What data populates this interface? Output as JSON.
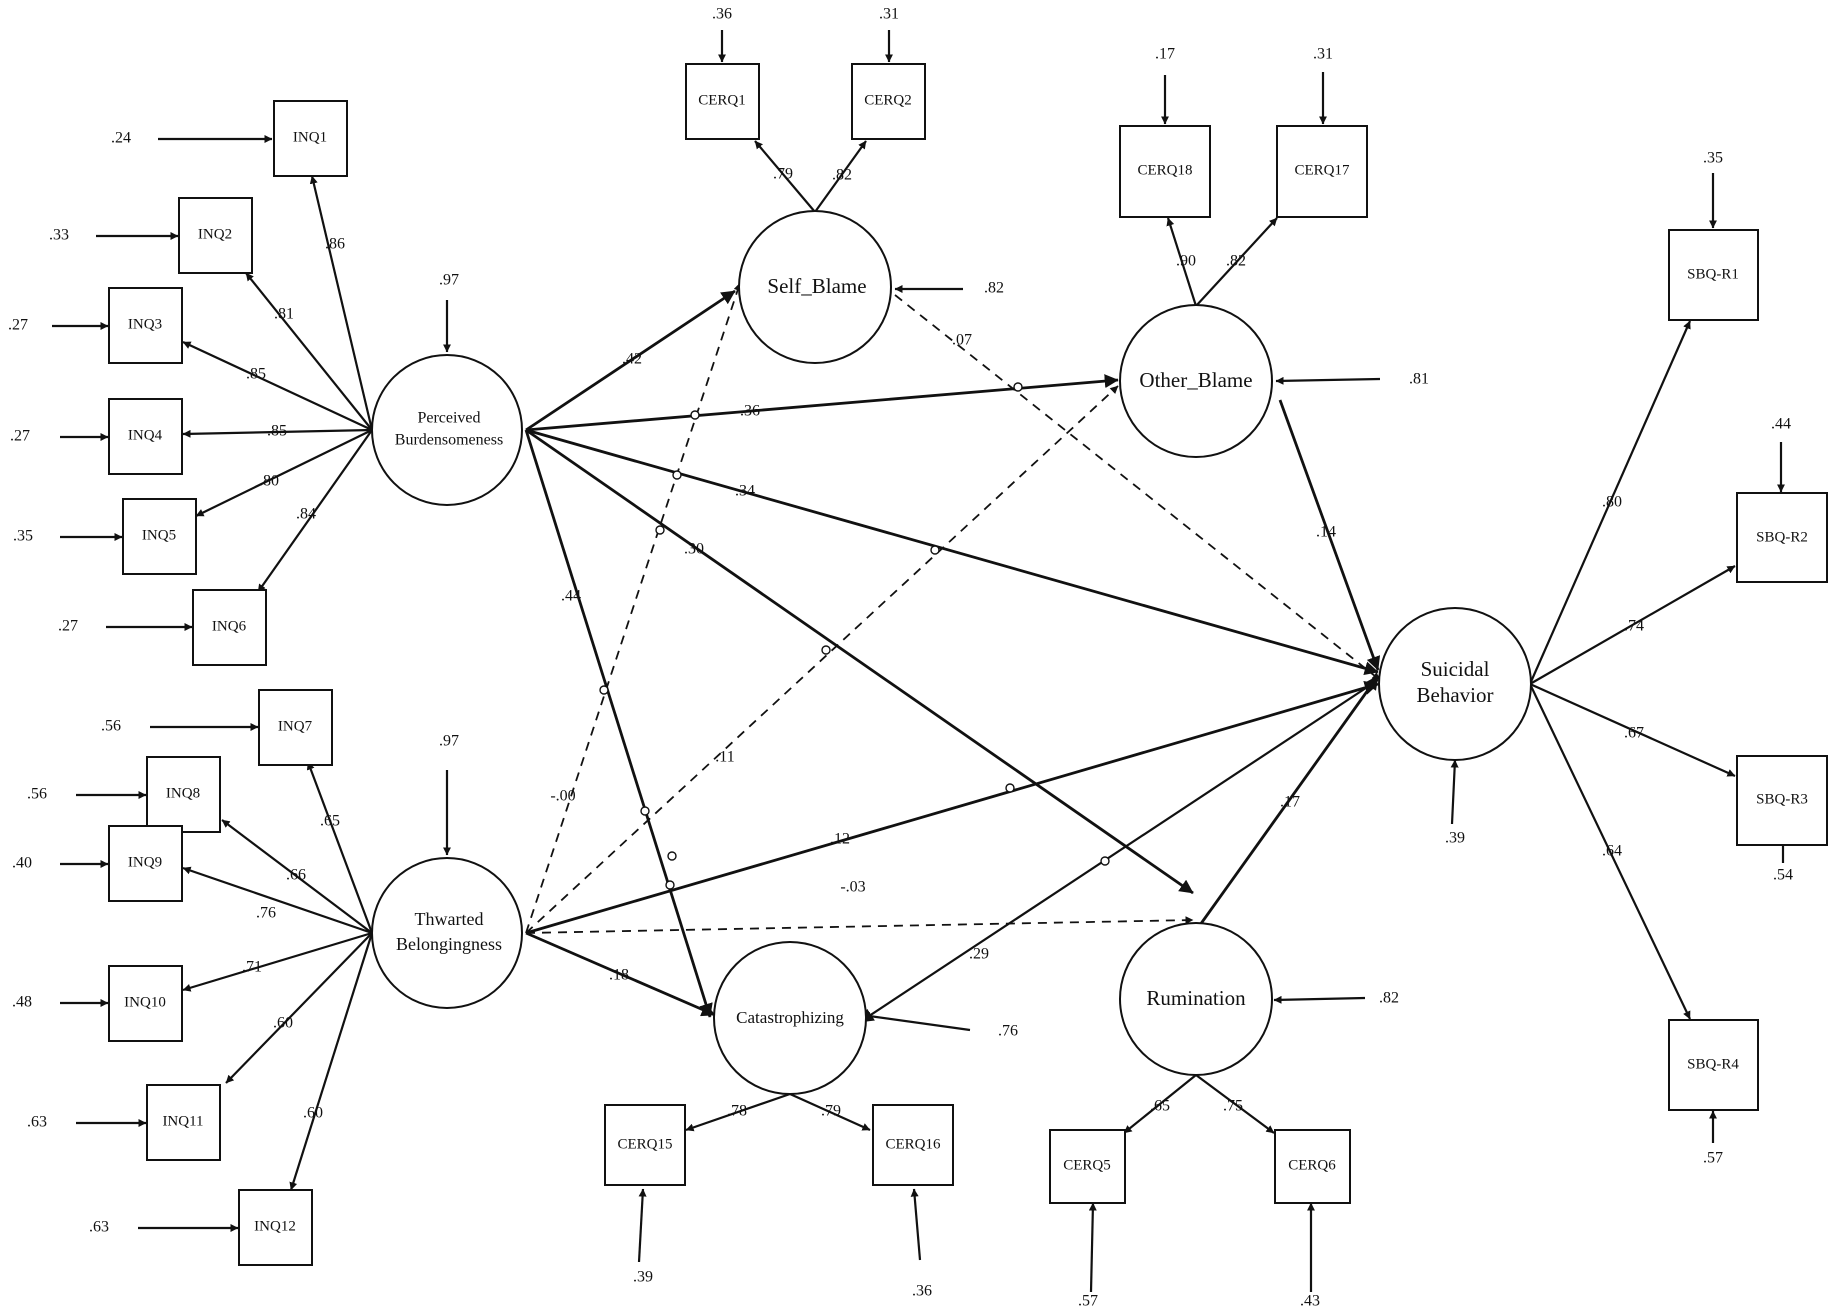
{
  "diagram": {
    "latents": {
      "pb_line1": "Perceived",
      "pb_line2": "Burdensomeness",
      "tb_line1": "Thwarted",
      "tb_line2": "Belongingness",
      "self_blame": "Self_Blame",
      "other_blame": "Other_Blame",
      "catastrophizing": "Catastrophizing",
      "rumination": "Rumination",
      "sb_line1": "Suicidal",
      "sb_line2": "Behavior"
    },
    "indicators": {
      "inq1": "INQ1",
      "inq2": "INQ2",
      "inq3": "INQ3",
      "inq4": "INQ4",
      "inq5": "INQ5",
      "inq6": "INQ6",
      "inq7": "INQ7",
      "inq8": "INQ8",
      "inq9": "INQ9",
      "inq10": "INQ10",
      "inq11": "INQ11",
      "inq12": "INQ12",
      "cerq1": "CERQ1",
      "cerq2": "CERQ2",
      "cerq18": "CERQ18",
      "cerq17": "CERQ17",
      "cerq15": "CERQ15",
      "cerq16": "CERQ16",
      "cerq5": "CERQ5",
      "cerq6": "CERQ6",
      "sbqr1": "SBQ-R1",
      "sbqr2": "SBQ-R2",
      "sbqr3": "SBQ-R3",
      "sbqr4": "SBQ-R4"
    },
    "loadings": {
      "inq1": ".86",
      "inq2": ".81",
      "inq3": ".85",
      "inq4": ".85",
      "inq5": ".80",
      "inq6": ".84",
      "inq7": ".65",
      "inq8": ".66",
      "inq9": ".76",
      "inq10": ".71",
      "inq11": ".60",
      "inq12": ".60",
      "cerq1": ".79",
      "cerq2": ".82",
      "cerq18": ".90",
      "cerq17": ".82",
      "cerq15": ".78",
      "cerq16": ".79",
      "cerq5": ".65",
      "cerq6": ".75",
      "sbqr1": ".80",
      "sbqr2": ".74",
      "sbqr3": ".67",
      "sbqr4": ".64"
    },
    "errors": {
      "inq1": ".24",
      "inq2": ".33",
      "inq3": ".27",
      "inq4": ".27",
      "inq5": ".35",
      "inq6": ".27",
      "inq7": ".56",
      "inq8": ".56",
      "inq9": ".40",
      "inq10": ".48",
      "inq11": ".63",
      "inq12": ".63",
      "cerq1": ".36",
      "cerq2": ".31",
      "cerq18": ".17",
      "cerq17": ".31",
      "cerq15": ".39",
      "cerq16": ".36",
      "cerq5": ".57",
      "cerq6": ".43",
      "sbqr1": ".35",
      "sbqr2": ".44",
      "sbqr3": ".54",
      "sbqr4": ".57"
    },
    "disturbances": {
      "pb": ".97",
      "tb": ".97",
      "self_blame": ".82",
      "other_blame": ".81",
      "catastrophizing": ".76",
      "rumination": ".82",
      "suicidal": ".39"
    },
    "paths": {
      "pb_self_blame": ".42",
      "pb_other_blame": ".36",
      "pb_suicidal": ".34",
      "pb_rumination": ".30",
      "pb_catastrophizing": ".44",
      "tb_self_blame": "-.00",
      "tb_other_blame": ".11",
      "tb_suicidal": ".12",
      "tb_rumination": "-.03",
      "tb_catastrophizing": ".18",
      "self_blame_suicidal": ".07",
      "other_blame_suicidal": ".14",
      "catastrophizing_suicidal": ".29",
      "rumination_suicidal": ".17"
    }
  }
}
